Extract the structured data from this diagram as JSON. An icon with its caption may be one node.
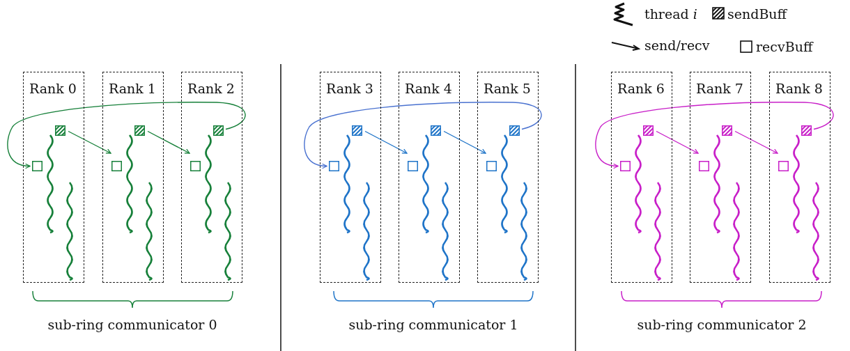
{
  "diagram": {
    "nodes": [
      {
        "text": [
          "Rank 0"
        ]
      },
      {
        "text": [],
        "shape": "box",
        "in": 0
      },
      {
        "text": [],
        "shape": "box",
        "in": 0
      },
      {
        "text": [
          "Rank 1"
        ]
      },
      {
        "text": [],
        "shape": "box",
        "in": 3
      },
      {
        "text": [],
        "shape": "box",
        "in": 3
      },
      {
        "text": [
          "Rank 2"
        ]
      },
      {
        "text": [],
        "shape": "box",
        "in": 6
      },
      {
        "text": [],
        "shape": "box",
        "in": 6
      },
      {
        "text": [
          "Rank 3"
        ]
      },
      {
        "text": [],
        "shape": "box",
        "in": 9
      },
      {
        "text": [],
        "shape": "box",
        "in": 9
      },
      {
        "text": [
          "Rank 4"
        ]
      },
      {
        "text": [],
        "shape": "box",
        "in": 12
      },
      {
        "text": [],
        "shape": "box",
        "in": 12
      },
      {
        "text": [
          "Rank 5"
        ]
      },
      {
        "text": [],
        "shape": "box",
        "in": 15
      },
      {
        "text": [],
        "shape": "box",
        "in": 15
      },
      {
        "text": [
          "Rank 6"
        ]
      },
      {
        "text": [],
        "shape": "box",
        "in": 18
      },
      {
        "text": [],
        "shape": "box",
        "in": 18
      },
      {
        "text": [
          "Rank 7"
        ]
      },
      {
        "text": [],
        "shape": "box",
        "in": 21
      },
      {
        "text": [],
        "shape": "box",
        "in": 21
      },
      {
        "text": [
          "Rank 8"
        ]
      },
      {
        "text": [],
        "shape": "box",
        "in": 24
      },
      {
        "text": [],
        "shape": "box",
        "in": 24
      }
    ],
    "edges": [
      {
        "from": 1,
        "to": 5,
        "arrow": "to",
        "color": "#17803a"
      },
      {
        "from": 4,
        "to": 8,
        "arrow": "to",
        "color": "#17803a"
      },
      {
        "from": 7,
        "to": 2,
        "arrow": "to",
        "color": "#17803a"
      },
      {
        "from": 10,
        "to": 14,
        "arrow": "to",
        "color": "#1f74c8"
      },
      {
        "from": 13,
        "to": 17,
        "arrow": "to",
        "color": "#1f74c8"
      },
      {
        "from": 16,
        "to": 11,
        "arrow": "to",
        "color": "#4a72d0"
      },
      {
        "from": 19,
        "to": 23,
        "arrow": "to",
        "color": "#c81fc8"
      },
      {
        "from": 22,
        "to": 26,
        "arrow": "to",
        "color": "#c81fc8"
      },
      {
        "from": 25,
        "to": 20,
        "arrow": "to",
        "color": "#c81fc8"
      }
    ],
    "labels": [
      "sub-ring communicator 0",
      "sub-ring communicator 1",
      "sub-ring communicator 2"
    ],
    "legend": [
      {
        "text": "thread *i*"
      },
      {
        "text": "sendBuff"
      },
      {
        "text": "send/recv"
      },
      {
        "text": "recvBuff"
      }
    ]
  }
}
